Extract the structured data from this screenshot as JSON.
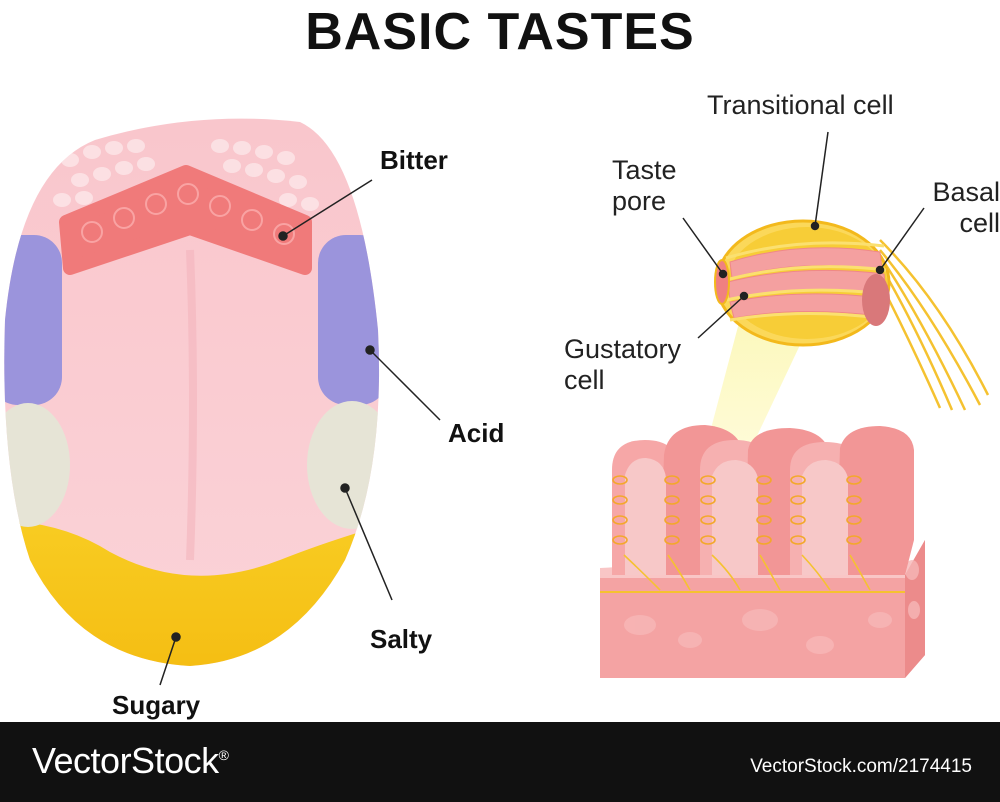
{
  "title": "BASIC TASTES",
  "tongue_labels": {
    "bitter": "Bitter",
    "acid": "Acid",
    "salty": "Salty",
    "sugary": "Sugary"
  },
  "taste_bud_labels": {
    "transitional_cell": "Transitional cell",
    "taste_pore": "Taste pore",
    "basal_cell": "Basal cell",
    "gustatory_cell": "Gustatory cell"
  },
  "colors": {
    "bitter": "#f07a7a",
    "acid": "#9b94dc",
    "salty": "#e6e4d6",
    "sugary": "#f7c615",
    "tongue": "#fac8cf",
    "footer": "#111111"
  },
  "watermark": {
    "logo": "VectorStock",
    "registered": "®",
    "id": "VectorStock.com/2174415"
  }
}
